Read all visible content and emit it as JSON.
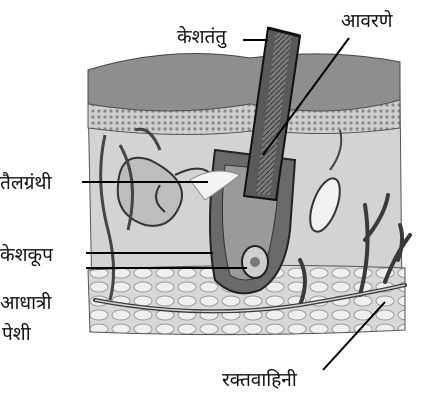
{
  "labels": {
    "hair": "केशतंतु",
    "sheath": "आवरणे",
    "sebaceous_gland": "तैलग्रंथी",
    "follicle": "केशकूप",
    "tissue_line1": "आधात्री",
    "tissue_line2": "पेशी",
    "blood_vessel": "रक्तवाहिनी"
  }
}
